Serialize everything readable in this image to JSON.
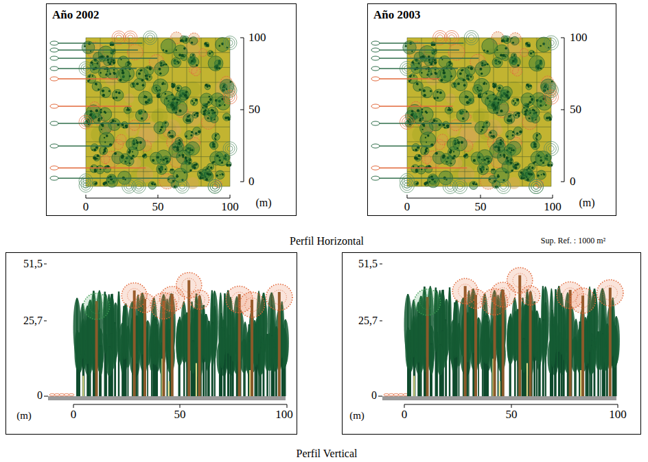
{
  "diagram": {
    "nodes": [
      {
        "text": [
          "Año 2002"
        ]
      },
      {
        "text": [
          "Año 2003"
        ]
      }
    ],
    "labels": [
      "100",
      "50",
      "0",
      "0",
      "50",
      "100",
      "(m)",
      "100",
      "50",
      "0",
      "0",
      "50",
      "100",
      "(m)",
      "Perfil Horizontal",
      "Sup. Ref. : 1000 m²",
      "51,5",
      "25,7",
      "0",
      "(m)",
      "0",
      "50",
      "100",
      "51,5",
      "25,7",
      "0",
      "(m)",
      "0",
      "50",
      "100",
      "Perfil Vertical"
    ]
  }
}
